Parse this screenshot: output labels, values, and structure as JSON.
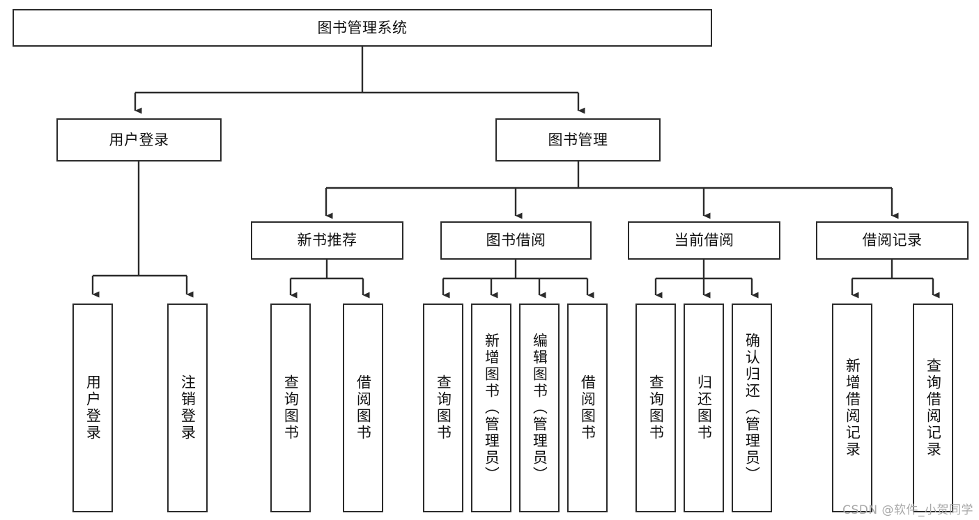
{
  "diagram": {
    "title": "图书管理系统",
    "type": "hierarchy-tree",
    "stroke_color": "#2b2b2b",
    "fill_color": "#ffffff",
    "text_color": "#111111",
    "watermark": "CSDN @软件_小贺同学"
  },
  "nodes": {
    "root": {
      "label": "图书管理系统"
    },
    "level2": [
      {
        "label": "用户登录"
      },
      {
        "label": "图书管理"
      }
    ],
    "level3": [
      {
        "label": "新书推荐"
      },
      {
        "label": "图书借阅"
      },
      {
        "label": "当前借阅"
      },
      {
        "label": "借阅记录"
      }
    ],
    "leaves": {
      "user_login": [
        {
          "label": "用户登录"
        },
        {
          "label": "注销登录"
        }
      ],
      "new_book_recommend": [
        {
          "label": "查询图书"
        },
        {
          "label": "借阅图书"
        }
      ],
      "book_borrow": [
        {
          "label": "查询图书"
        },
        {
          "label": "新增图书（管理员）"
        },
        {
          "label": "编辑图书（管理员）"
        },
        {
          "label": "借阅图书"
        }
      ],
      "current_borrow": [
        {
          "label": "查询图书"
        },
        {
          "label": "归还图书"
        },
        {
          "label": "确认归还（管理员）"
        }
      ],
      "borrow_record": [
        {
          "label": "新增借阅记录"
        },
        {
          "label": "查询借阅记录"
        }
      ]
    }
  }
}
